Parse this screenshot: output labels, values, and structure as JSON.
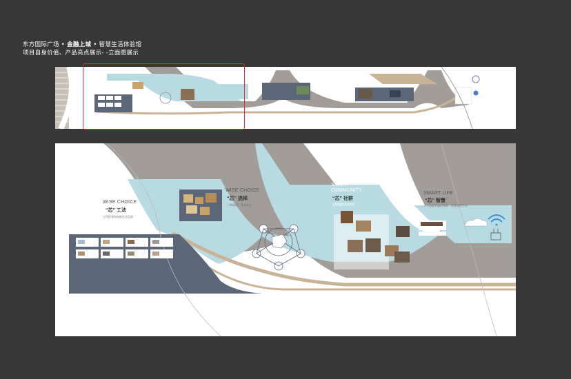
{
  "header": {
    "line1_prefix": "东方国际广场 •",
    "line1_bold": "金融上城",
    "line1_suffix": "• 智慧生活体验馆",
    "line2": "项目自身价值、产品亮点展示- -立面图展示"
  },
  "elevation": {
    "sections": [
      {
        "id": "wise_choice_work",
        "heading": "WISE CHOICE",
        "sub": "“芯” 工法",
        "note": "工序匠领先构筑生活品质"
      },
      {
        "id": "wise_choice_select",
        "heading": "WISE CHOICE",
        "sub": "“芯” 选择",
        "note": "一种选择，多种体验"
      },
      {
        "id": "smart_community",
        "heading_1": "SMART",
        "heading_2": "COMMUNITY",
        "sub": "“芯” 社群",
        "note": "社群智能空间体验"
      },
      {
        "id": "smart_life",
        "heading": "SMART LIFE",
        "sub": "“芯” 智慧",
        "note": "人与智能共融的场景，智慧闭环生态"
      }
    ],
    "colors": {
      "background": "#373737",
      "panel": "#ffffff",
      "light_blue": "#b8dbe3",
      "gray_band": "#a29d98",
      "tan": "#c9b397",
      "slate": "#5b6679",
      "highlight_box": "#e5312d"
    }
  }
}
